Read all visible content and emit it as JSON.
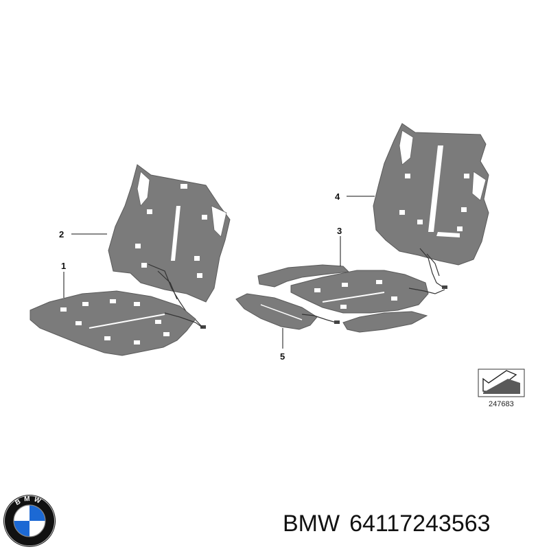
{
  "diagram": {
    "callouts": [
      "1",
      "2",
      "3",
      "4",
      "5"
    ],
    "reference_number": "247683"
  },
  "caption": {
    "brand": "BMW",
    "part_number": "64117243563"
  },
  "logo": {
    "text": "BMW",
    "colors": {
      "blue": "#1c69d4",
      "white": "#ffffff",
      "ring": "#111111"
    }
  }
}
